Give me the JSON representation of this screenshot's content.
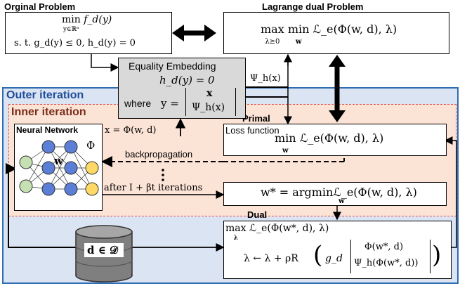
{
  "headers": {
    "original": "Orginal Problem",
    "dual": "Lagrange dual Problem",
    "outer": "Outer iteration",
    "inner": "Inner iteration",
    "primal": "Primal",
    "dual_label": "Dual"
  },
  "original_box": {
    "line1_op": "min",
    "line1_sub": "y∈ℝⁿ",
    "line1_expr": "f_d(y)",
    "line2": "s. t.  g_d(y) ≤ 0, h_d(y) = 0"
  },
  "dual_box": {
    "op1": "max",
    "op1_sub": "λ≥0",
    "op2": "min",
    "op2_sub": "w",
    "expr": "ℒ_e(Φ(w, d), λ)"
  },
  "embedding_box": {
    "title": "Equality Embedding",
    "eq": "h_d(y) = 0",
    "where": "where",
    "y_lhs": "y =",
    "vec_top": "x",
    "vec_bottom": "Ψ_h(x)"
  },
  "psi_label": "Ψ_h(x)",
  "network": {
    "title": "Neural Network",
    "w_label": "w",
    "phi_label": "Φ"
  },
  "x_eq_label": "x = Φ(w, d)",
  "loss_box": {
    "title": "Loss function",
    "op": "min",
    "op_sub": "w",
    "expr": "ℒ_e(Φ(w, d), λ)"
  },
  "backprop_label": "backpropagation",
  "iter_label": "after I + βt iterations",
  "argmin_box": {
    "expr_lhs": "w* = argmin",
    "op_sub": "w",
    "expr_rhs": "ℒ_e(Φ(w, d), λ)"
  },
  "dual_update_box": {
    "line1_op": "max",
    "line1_sub": "λ",
    "line1_expr": "ℒ_e(Φ(w*, d), λ)",
    "line2_lhs": "λ ← λ + ρR",
    "line2_g": "g_d",
    "vec_top": "Φ(w*, d)",
    "vec_bottom": "Ψ_h(Φ(w*, d))"
  },
  "database_label": "d ∈ 𝒟",
  "colors": {
    "outer_bg": "#dbe4f3",
    "outer_border": "#2f6db3",
    "inner_bg": "#fbe3d6",
    "inner_border": "#e05050",
    "embed_bg": "#d9d9d9",
    "node_green": "#c6e0b4",
    "node_blue": "#5b7fd6",
    "node_yellow": "#ffd966",
    "db_gray": "#7f7f7f"
  }
}
